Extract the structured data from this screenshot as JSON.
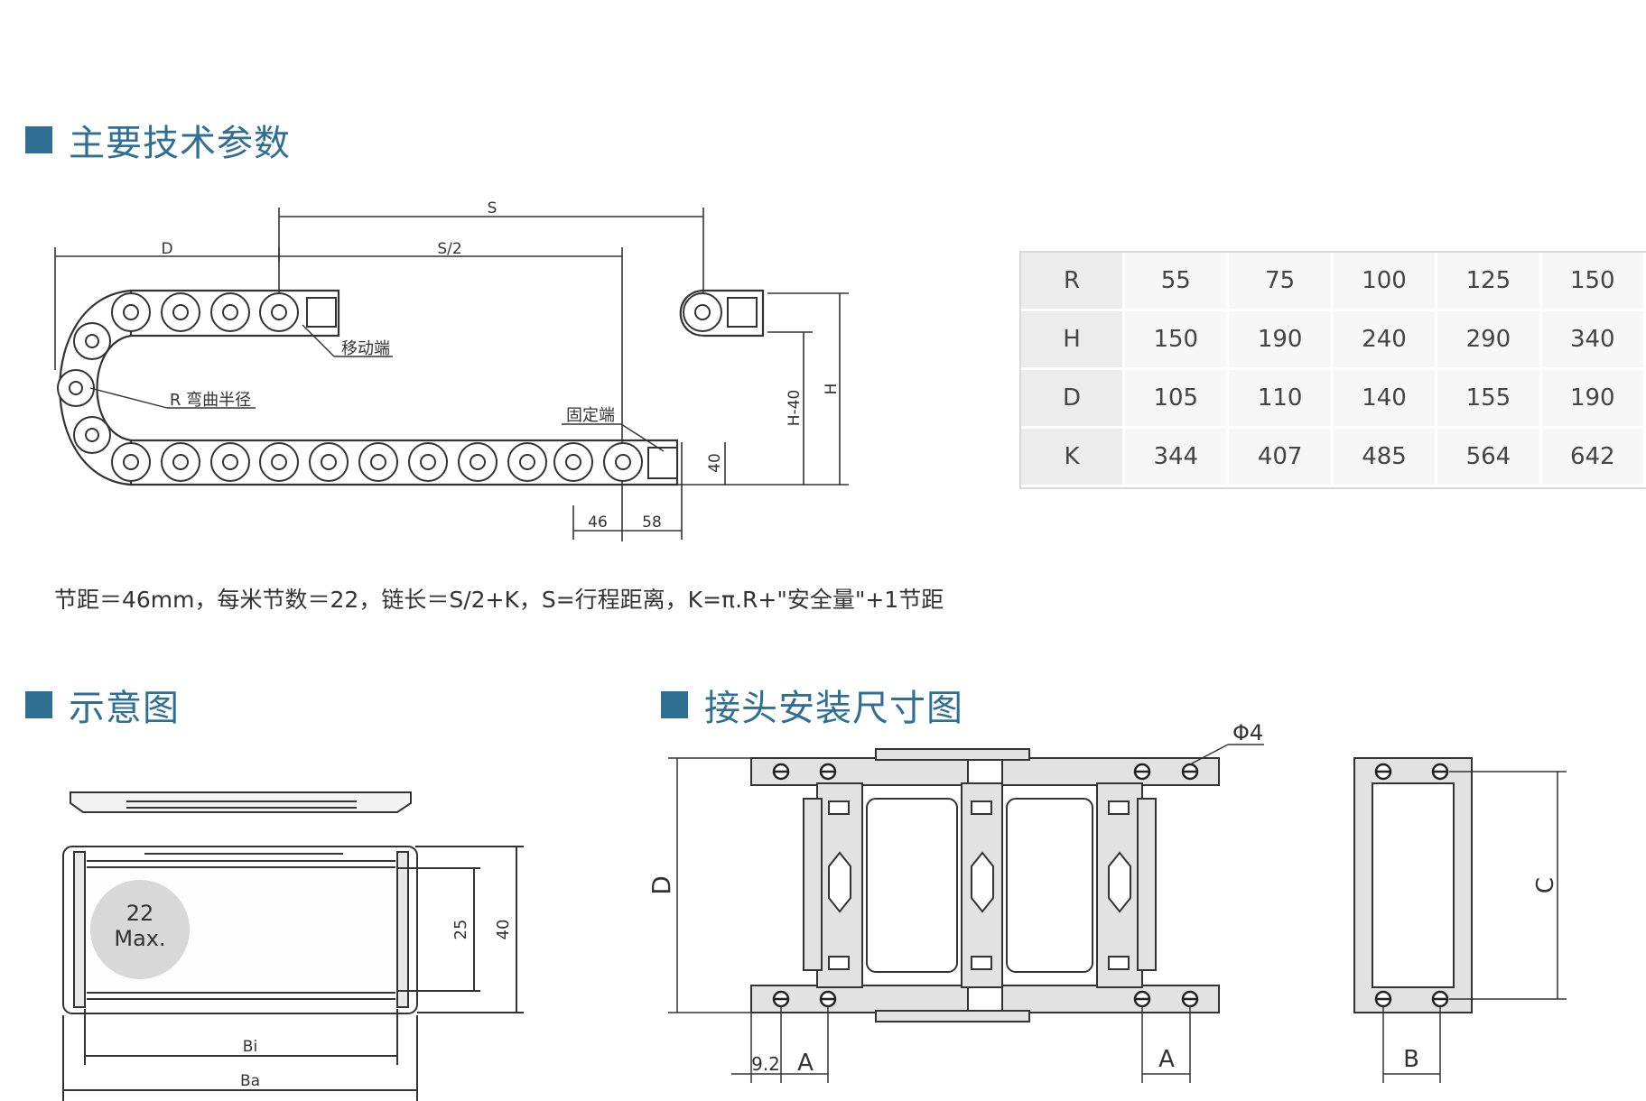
{
  "sections": {
    "params_title": "主要技术参数",
    "sketch_title": "示意图",
    "install_title": "接头安装尺寸图"
  },
  "chain_diagram": {
    "dim_s": "S",
    "dim_d": "D",
    "dim_s2": "S/2",
    "dim_h": "H",
    "dim_h40": "H-40",
    "dim_40": "40",
    "dim_46": "46",
    "dim_58": "58",
    "label_moving_end": "移动端",
    "label_bend_radius": "R 弯曲半径",
    "label_fixed_end": "固定端"
  },
  "spec_table": {
    "rows": [
      {
        "label": "R",
        "values": [
          "55",
          "75",
          "100",
          "125",
          "150"
        ]
      },
      {
        "label": "H",
        "values": [
          "150",
          "190",
          "240",
          "290",
          "340"
        ]
      },
      {
        "label": "D",
        "values": [
          "105",
          "110",
          "140",
          "155",
          "190"
        ]
      },
      {
        "label": "K",
        "values": [
          "344",
          "407",
          "485",
          "564",
          "642"
        ]
      }
    ]
  },
  "formula": "节距＝46mm，每米节数＝22，链长＝S/2+K，S=行程距离，K=π.R+\"安全量\"+1节距",
  "cross_section": {
    "badge_line1": "22",
    "badge_line2": "Max.",
    "dim_25": "25",
    "dim_40": "40",
    "dim_bi": "Bi",
    "dim_ba": "Ba"
  },
  "install_diagram": {
    "dim_phi4": "Φ4",
    "dim_d": "D",
    "dim_92": "9.2",
    "dim_a_left": "A",
    "dim_a_right": "A",
    "dim_c": "C",
    "dim_b": "B"
  },
  "colors": {
    "accent": "#2f6f94",
    "line": "#333333",
    "part_fill": "#e2e2e2"
  }
}
